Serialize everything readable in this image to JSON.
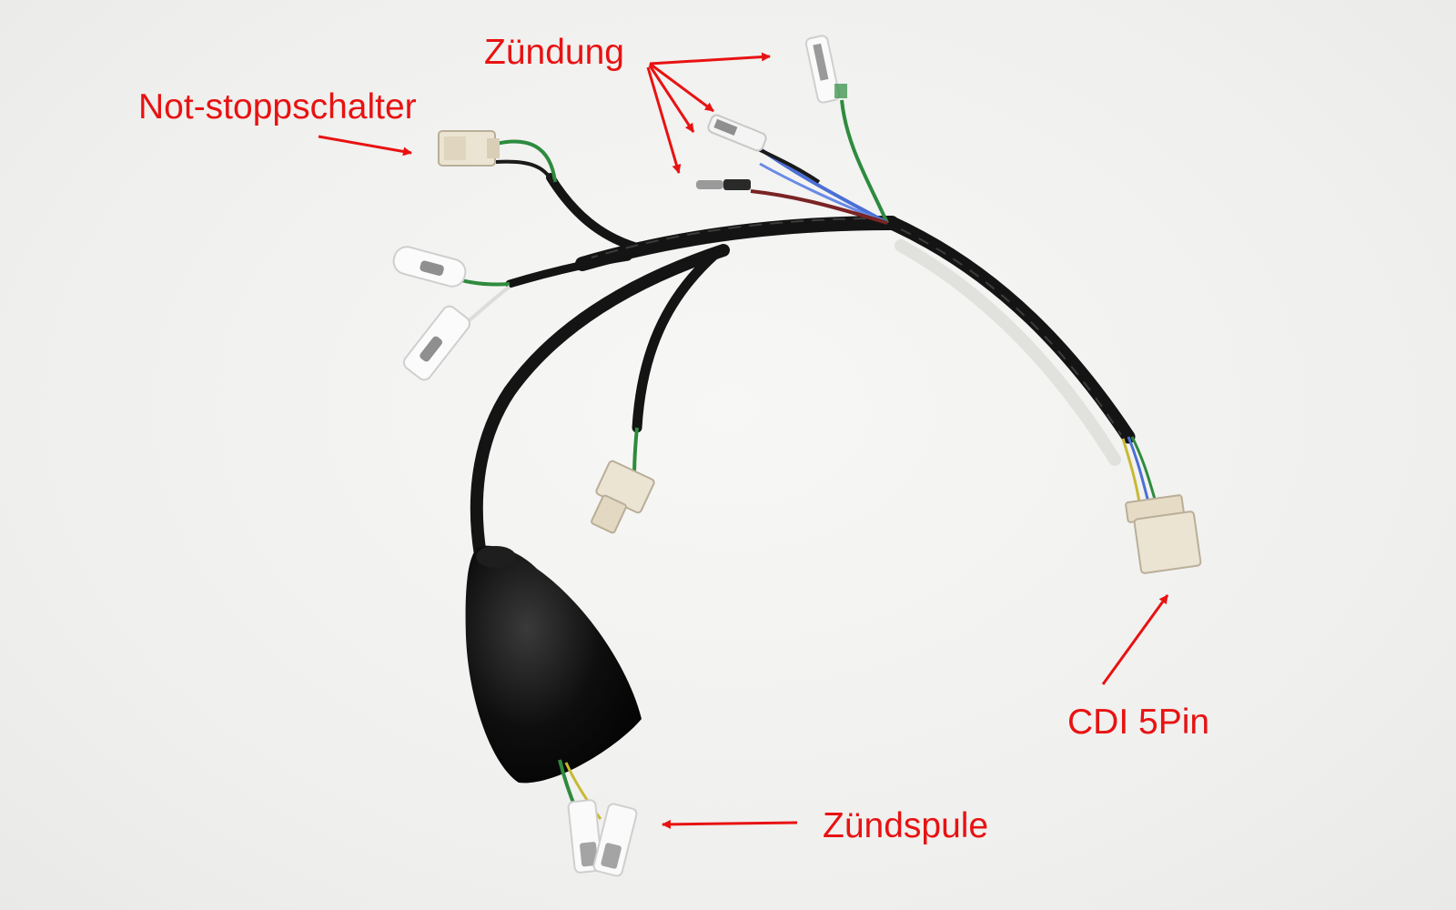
{
  "labels": {
    "zuendung": "Zündung",
    "not_stoppschalter": "Not-stoppschalter",
    "cdi": "CDI 5Pin",
    "zuendspule": "Zündspule"
  },
  "colors": {
    "annotation": "#e81212",
    "harness": "#141414",
    "wire_green": "#2e8b3e",
    "wire_blue": "#4a6fd6",
    "wire_red_brown": "#7a2424",
    "connector": "#ece4d2",
    "background": "#f3f3f1"
  }
}
